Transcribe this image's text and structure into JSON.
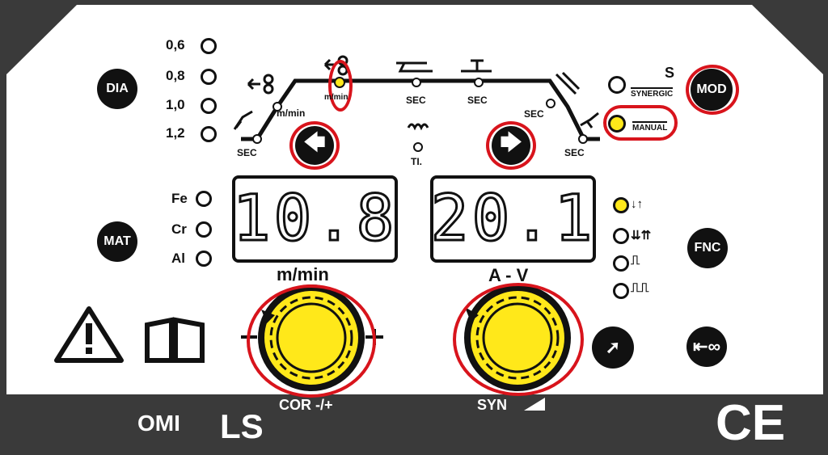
{
  "brand": {
    "maker": "OMI",
    "model": "LS",
    "ce_mark": "CE"
  },
  "diameter": {
    "button": "DIA",
    "options": [
      "0,6",
      "0,8",
      "1,0",
      "1,2"
    ]
  },
  "material": {
    "button": "MAT",
    "options": [
      "Fe",
      "Cr",
      "Al"
    ]
  },
  "mode": {
    "button": "MOD",
    "synergic_label": "SYNERGIC",
    "synergic_letter": "S",
    "manual_label": "MANUAL"
  },
  "function": {
    "button": "FNC"
  },
  "cycle": {
    "sec_a": "SEC",
    "m_min_a": "m/min",
    "m_min_b": "m/min",
    "sec_b": "SEC",
    "sec_c": "SEC",
    "sec_d": "SEC",
    "sec_e": "SEC",
    "ti": "TI."
  },
  "left_display": {
    "value": "10.8",
    "unit": "m/min",
    "knob_label": "COR -/+"
  },
  "right_display": {
    "value": "20.1",
    "unit": "A - V",
    "knob_label": "SYN"
  },
  "colors": {
    "led_on": "#ffe81a",
    "highlight": "#d8141c",
    "panel": "#ffffff",
    "frame": "#3a3a3a"
  },
  "icons": [
    "warning-icon",
    "manual-book-icon",
    "torch-icon",
    "wire-feed-icon",
    "arrow-left-icon",
    "arrow-right-icon"
  ]
}
